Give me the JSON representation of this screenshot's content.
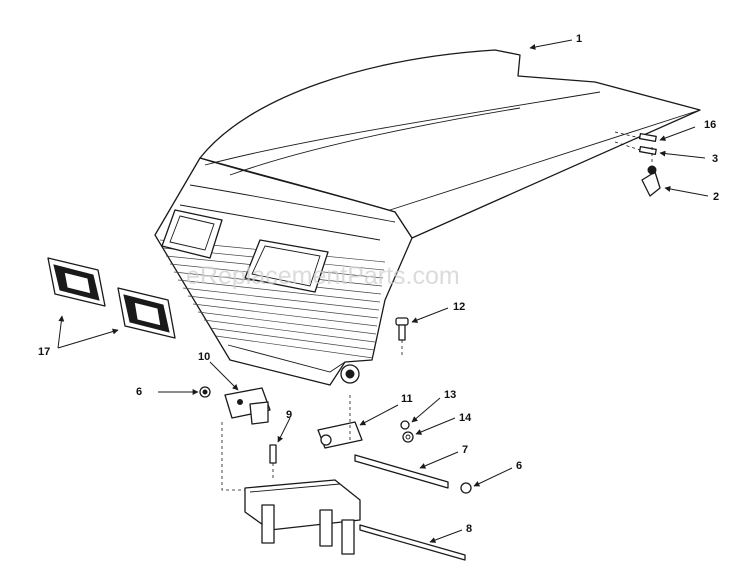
{
  "watermark": "eReplacementParts.com",
  "callouts": {
    "c1": "1",
    "c16": "16",
    "c3": "3",
    "c2": "2",
    "c12": "12",
    "c17": "17",
    "c10": "10",
    "c6a": "6",
    "c9": "9",
    "c11": "11",
    "c13": "13",
    "c14": "14",
    "c7": "7",
    "c6b": "6",
    "c8": "8"
  }
}
